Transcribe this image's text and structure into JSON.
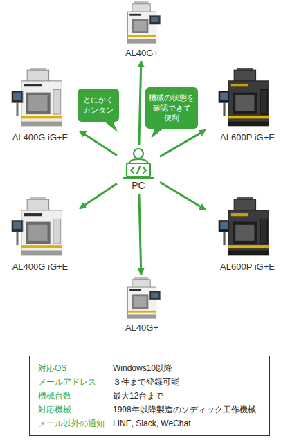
{
  "diagram": {
    "nodes": [
      {
        "text": [
          "AL40G+"
        ]
      },
      {
        "text": [
          "AL400G iG+E"
        ]
      },
      {
        "text": [
          "とにかく カンタン"
        ]
      },
      {
        "text": [
          "機械の状態を 確認できて 便利"
        ]
      },
      {
        "text": [
          "AL600P iG+E"
        ]
      },
      {
        "text": [
          "PC"
        ]
      },
      {
        "text": [
          "AL400G iG+E"
        ]
      },
      {
        "text": [
          "AL600P iG+E"
        ]
      },
      {
        "text": [
          "AL40G+"
        ]
      }
    ],
    "edges": [
      {
        "from": 5,
        "to": 0,
        "arrow": "to"
      },
      {
        "from": 5,
        "to": 1,
        "arrow": "to"
      },
      {
        "from": 5,
        "to": 4,
        "arrow": "to"
      },
      {
        "from": 5,
        "to": 6,
        "arrow": "to"
      },
      {
        "from": 5,
        "to": 7,
        "arrow": "to"
      },
      {
        "from": 5,
        "to": 8,
        "arrow": "to"
      }
    ],
    "labels": [
      "対応OS",
      "Windows10以降",
      "メールアドレス",
      "３件まで登録可能",
      "機械台数",
      "最大12台まで",
      "対応機械",
      "1998年以降製造のソディック工作機械",
      "メール以外の通知",
      "LINE, Slack, WeChat"
    ]
  }
}
